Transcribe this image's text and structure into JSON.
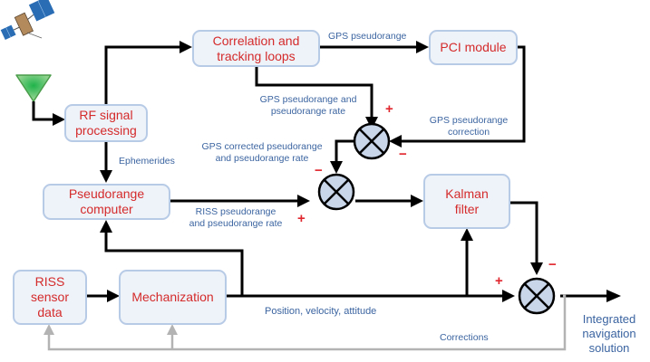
{
  "colors": {
    "box_fill": "#eef2f9",
    "box_border": "#b8cbe6",
    "box_text": "#d42b2b",
    "label_text": "#3b64a0",
    "sign": "#e0262e",
    "arrow": "#000000",
    "feedback": "#b3b3b3",
    "sum_fill": "#c9d6ea"
  },
  "blocks": {
    "rf": "RF signal processing",
    "correlation": "Correlation and tracking loops",
    "pci": "PCI module",
    "pseudorange_computer": "Pseudorange computer",
    "kalman": "Kalman filter",
    "riss_sensor": "RISS sensor data",
    "mechanization": "Mechanization"
  },
  "labels": {
    "gps_pseudorange": "GPS pseudorange",
    "gps_pr_rate_1": "GPS pseudorange and",
    "gps_pr_rate_2": "pseudorange rate",
    "pr_correction_1": "GPS pseudorange",
    "pr_correction_2": "correction",
    "corrected_1": "GPS corrected pseudorange",
    "corrected_2": "and pseudorange rate",
    "ephemerides": "Ephemerides",
    "riss_pr_1": "RISS pseudorange",
    "riss_pr_2": "and pseudorange rate",
    "pva": "Position, velocity, attitude",
    "corrections": "Corrections",
    "output_1": "Integrated",
    "output_2": "navigation",
    "output_3": "solution"
  },
  "signs": {
    "sum1_top": "+",
    "sum1_right": "−",
    "sum2_top": "−",
    "sum2_left": "+",
    "sum3_left": "+",
    "sum3_top": "−"
  },
  "icons": {
    "satellite": "satellite-icon",
    "antenna": "antenna-icon"
  }
}
